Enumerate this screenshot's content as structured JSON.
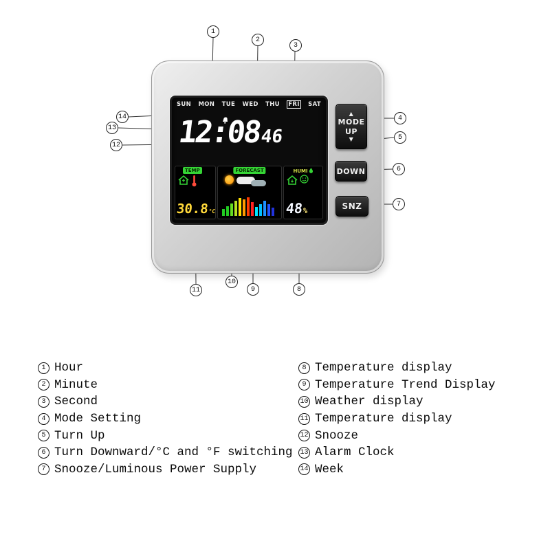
{
  "device": {
    "week_days": [
      "SUN",
      "MON",
      "TUE",
      "WED",
      "THU",
      "FRI",
      "SAT"
    ],
    "active_day": "FRI",
    "time": "12:08",
    "seconds": "46",
    "panels": {
      "temp_tag": "TEMP",
      "forecast_tag": "FORECAST",
      "humi_tag": "HUMI",
      "temp_value": "30.8",
      "temp_unit": "°C",
      "humidity_value": "48",
      "humidity_unit": "%"
    },
    "buttons": {
      "mode": "MODE",
      "up": "UP",
      "down": "DOWN",
      "snz": "SNZ"
    },
    "colors": {
      "tag_green": "#35d435",
      "temp_value_yellow": "#ffd83a",
      "humidity_value_white": "#f4f7ff",
      "lcd_background": "#0c0c0c",
      "body_silver": "#cccccc",
      "button_black": "#1a1a1a"
    }
  },
  "callouts": [
    "1",
    "2",
    "3",
    "4",
    "5",
    "6",
    "7",
    "8",
    "9",
    "10",
    "11",
    "12",
    "13",
    "14"
  ],
  "legend": {
    "left": [
      {
        "n": "1",
        "text": "Hour"
      },
      {
        "n": "2",
        "text": "Minute"
      },
      {
        "n": "3",
        "text": "Second"
      },
      {
        "n": "4",
        "text": "Mode Setting"
      },
      {
        "n": "5",
        "text": "Turn Up"
      },
      {
        "n": "6",
        "text": "Turn Downward/°C and °F switching"
      },
      {
        "n": "7",
        "text": "Snooze/Luminous Power Supply"
      }
    ],
    "right": [
      {
        "n": "8",
        "text": "Temperature display"
      },
      {
        "n": "9",
        "text": "Temperature Trend Display"
      },
      {
        "n": "10",
        "text": "Weather display"
      },
      {
        "n": "11",
        "text": "Temperature display"
      },
      {
        "n": "12",
        "text": "Snooze"
      },
      {
        "n": "13",
        "text": "Alarm Clock"
      },
      {
        "n": "14",
        "text": "Week"
      }
    ]
  }
}
